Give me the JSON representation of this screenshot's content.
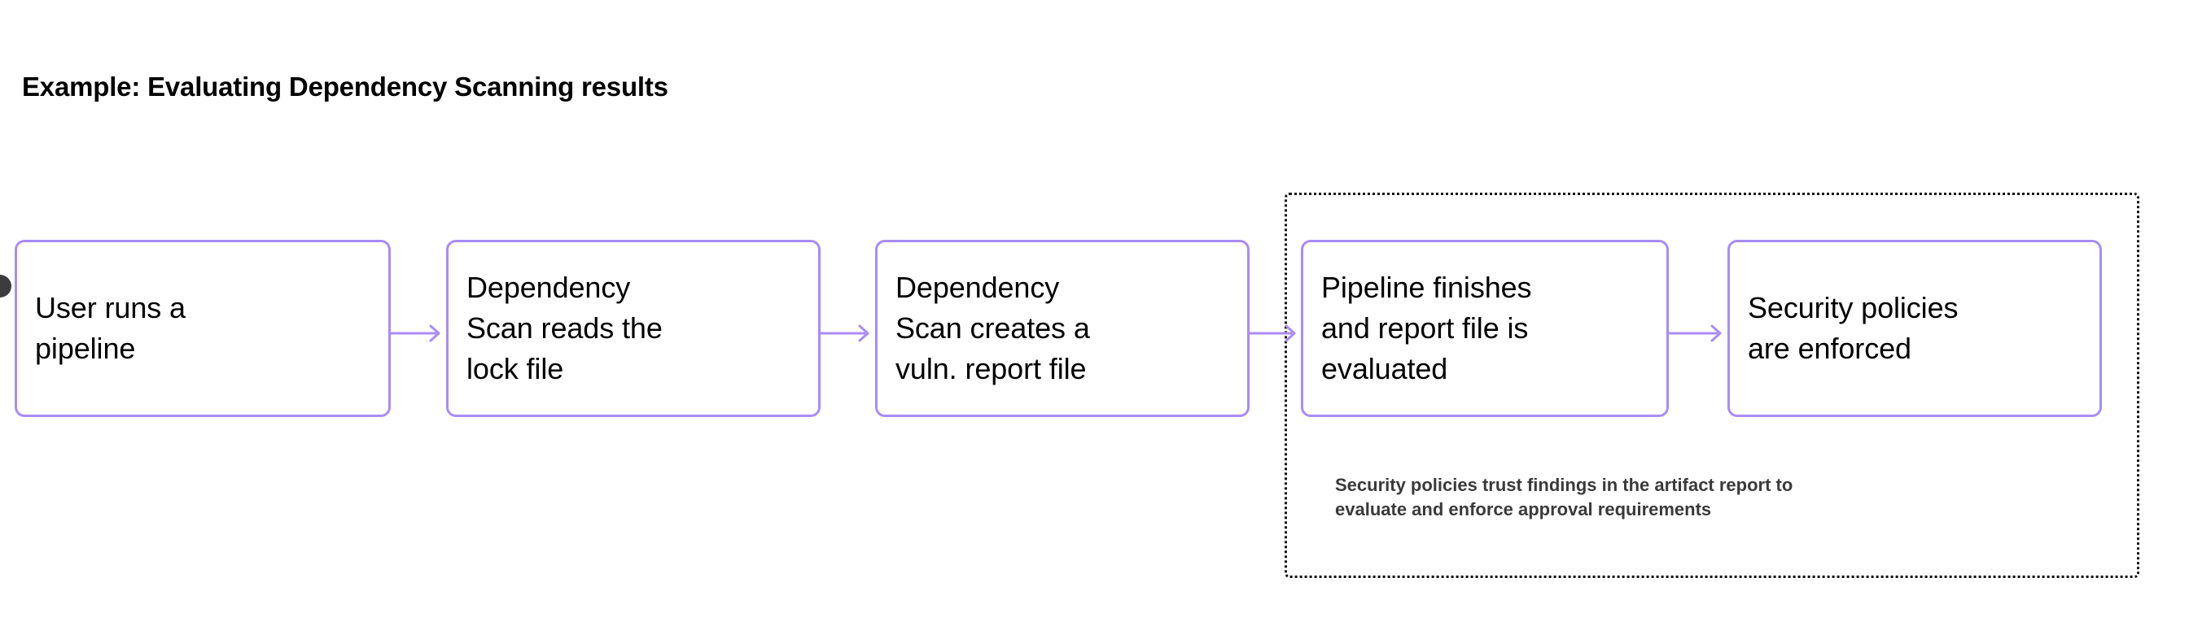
{
  "title": "Example: Evaluating Dependency Scanning results",
  "colors": {
    "node_border": "#a98cf5",
    "connector": "#a98cf5",
    "group_border": "#111111",
    "caption_text": "#3a3a3a",
    "node_text": "#000000",
    "background": "#ffffff"
  },
  "chart_data": {
    "type": "diagram",
    "title": "Example: Evaluating Dependency Scanning results",
    "orientation": "left-to-right",
    "nodes": [
      {
        "id": "n1",
        "label": "User runs a\npipeline"
      },
      {
        "id": "n2",
        "label": "Dependency\nScan reads the\nlock file"
      },
      {
        "id": "n3",
        "label": "Dependency\nScan creates a\nvuln. report file"
      },
      {
        "id": "n4",
        "label": "Pipeline finishes\nand report file is\nevaluated"
      },
      {
        "id": "n5",
        "label": "Security policies\nare enforced"
      }
    ],
    "edges": [
      {
        "from": "n1",
        "to": "n2",
        "arrow": "single",
        "label": ""
      },
      {
        "from": "n2",
        "to": "n3",
        "arrow": "single",
        "label": ""
      },
      {
        "from": "n3",
        "to": "n4",
        "arrow": "single",
        "label": ""
      },
      {
        "from": "n4",
        "to": "n5",
        "arrow": "single",
        "label": ""
      }
    ],
    "groups": [
      {
        "id": "g1",
        "style": "dotted",
        "members": [
          "n4",
          "n5"
        ],
        "caption": "Security policies trust findings in the artifact report to\nevaluate and enforce approval requirements"
      }
    ]
  },
  "flow": {
    "nodes": {
      "node_1": "User runs a\npipeline",
      "node_2": "Dependency\nScan reads the\nlock file",
      "node_3": "Dependency\nScan creates a\nvuln. report file",
      "node_4": "Pipeline finishes\nand report file is\nevaluated",
      "node_5": "Security policies\nare enforced"
    },
    "group": {
      "caption": "Security policies trust findings in the artifact report to\nevaluate and enforce approval requirements"
    }
  }
}
